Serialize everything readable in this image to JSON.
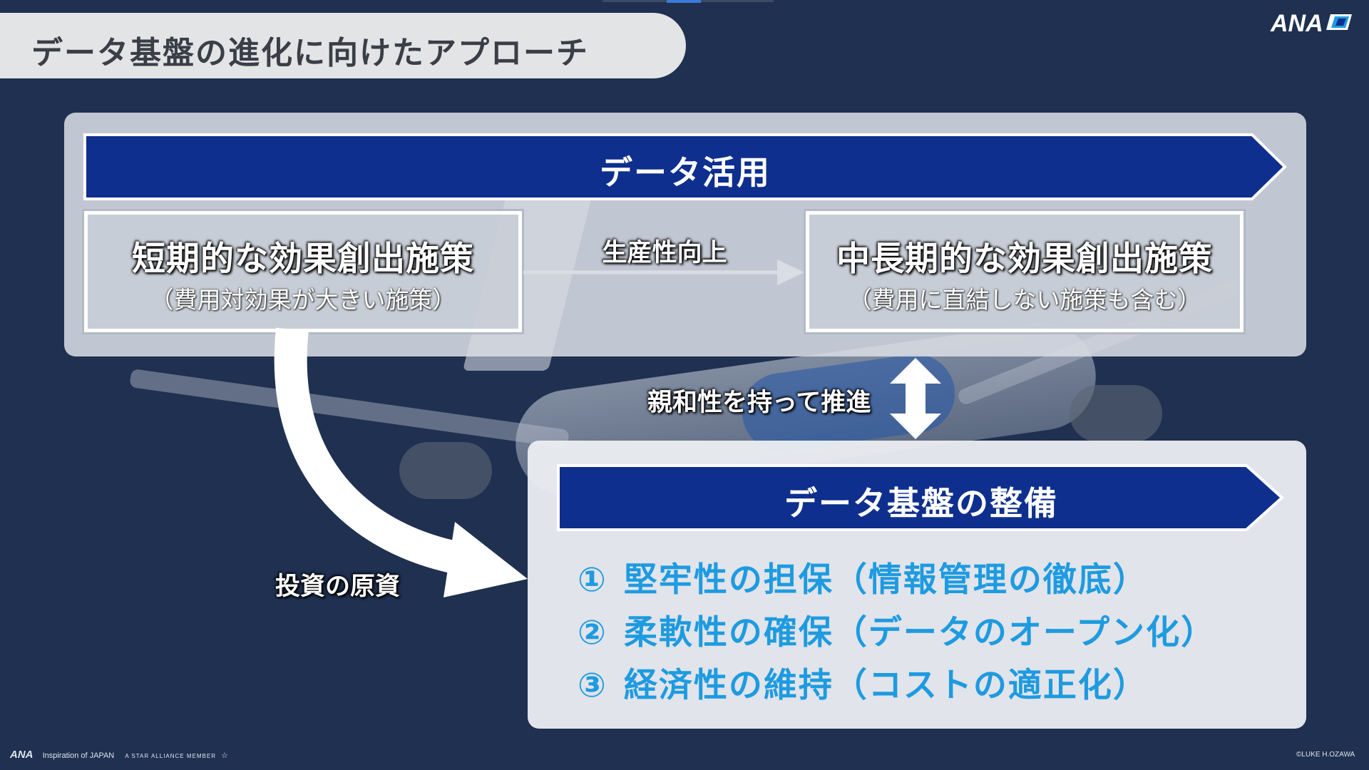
{
  "slide": {
    "title": "データ基盤の進化に向けたアプローチ",
    "logo": "ANA"
  },
  "top_section": {
    "banner": "データ活用",
    "left_box": {
      "title": "短期的な効果創出施策",
      "subtitle": "（費用対効果が大きい施策）"
    },
    "arrow_label": "生産性向上",
    "right_box": {
      "title": "中長期的な効果創出施策",
      "subtitle": "（費用に直結しない施策も含む）"
    }
  },
  "connector_label": "親和性を持って推進",
  "curve_label": "投資の原資",
  "bottom_section": {
    "banner": "データ基盤の整備",
    "items": [
      {
        "marker": "①",
        "text": "堅牢性の担保（情報管理の徹底）"
      },
      {
        "marker": "②",
        "text": "柔軟性の確保（データのオープン化）"
      },
      {
        "marker": "③",
        "text": "経済性の維持（コストの適正化）"
      }
    ]
  },
  "footer": {
    "left_logo": "ANA",
    "left_text": "Inspiration of JAPAN",
    "alliance": "A STAR ALLIANCE MEMBER",
    "credit": "©LUKE H.OZAWA"
  },
  "colors": {
    "background": "#1f3050",
    "banner": "#0e2f8e",
    "item_text": "#1e9be0"
  }
}
